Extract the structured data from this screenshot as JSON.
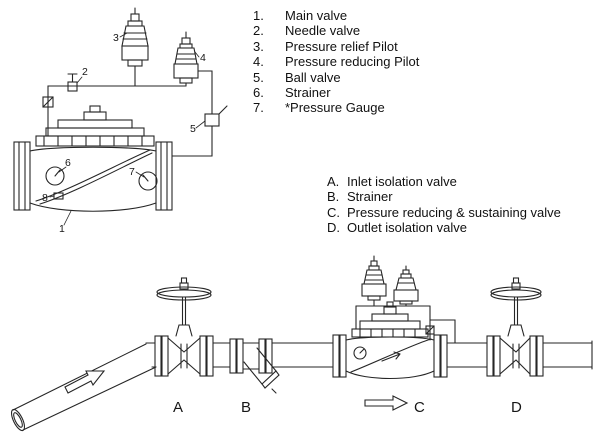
{
  "colors": {
    "ink": "#262626",
    "background": "#ffffff"
  },
  "detail": {
    "callouts": {
      "n1": "1",
      "n2": "2",
      "n3": "3",
      "n4": "4",
      "n5": "5",
      "n6": "6",
      "n7": "7",
      "n8": "8"
    }
  },
  "legends": {
    "parts": [
      {
        "num": "1.",
        "label": "Main valve"
      },
      {
        "num": "2.",
        "label": "Needle valve"
      },
      {
        "num": "3.",
        "label": "Pressure relief Pilot"
      },
      {
        "num": "4.",
        "label": "Pressure reducing Pilot"
      },
      {
        "num": "5.",
        "label": "Ball valve"
      },
      {
        "num": "6.",
        "label": "Strainer"
      },
      {
        "num": "7.",
        "label": "*Pressure Gauge"
      }
    ],
    "installation": [
      {
        "num": "A.",
        "label": "Inlet isolation valve"
      },
      {
        "num": "B.",
        "label": "Strainer"
      },
      {
        "num": "C.",
        "label": "Pressure reducing & sustaining valve"
      },
      {
        "num": "D.",
        "label": "Outlet isolation valve"
      }
    ]
  },
  "installation": {
    "labels": {
      "a": "A",
      "b": "B",
      "c": "C",
      "d": "D"
    }
  }
}
